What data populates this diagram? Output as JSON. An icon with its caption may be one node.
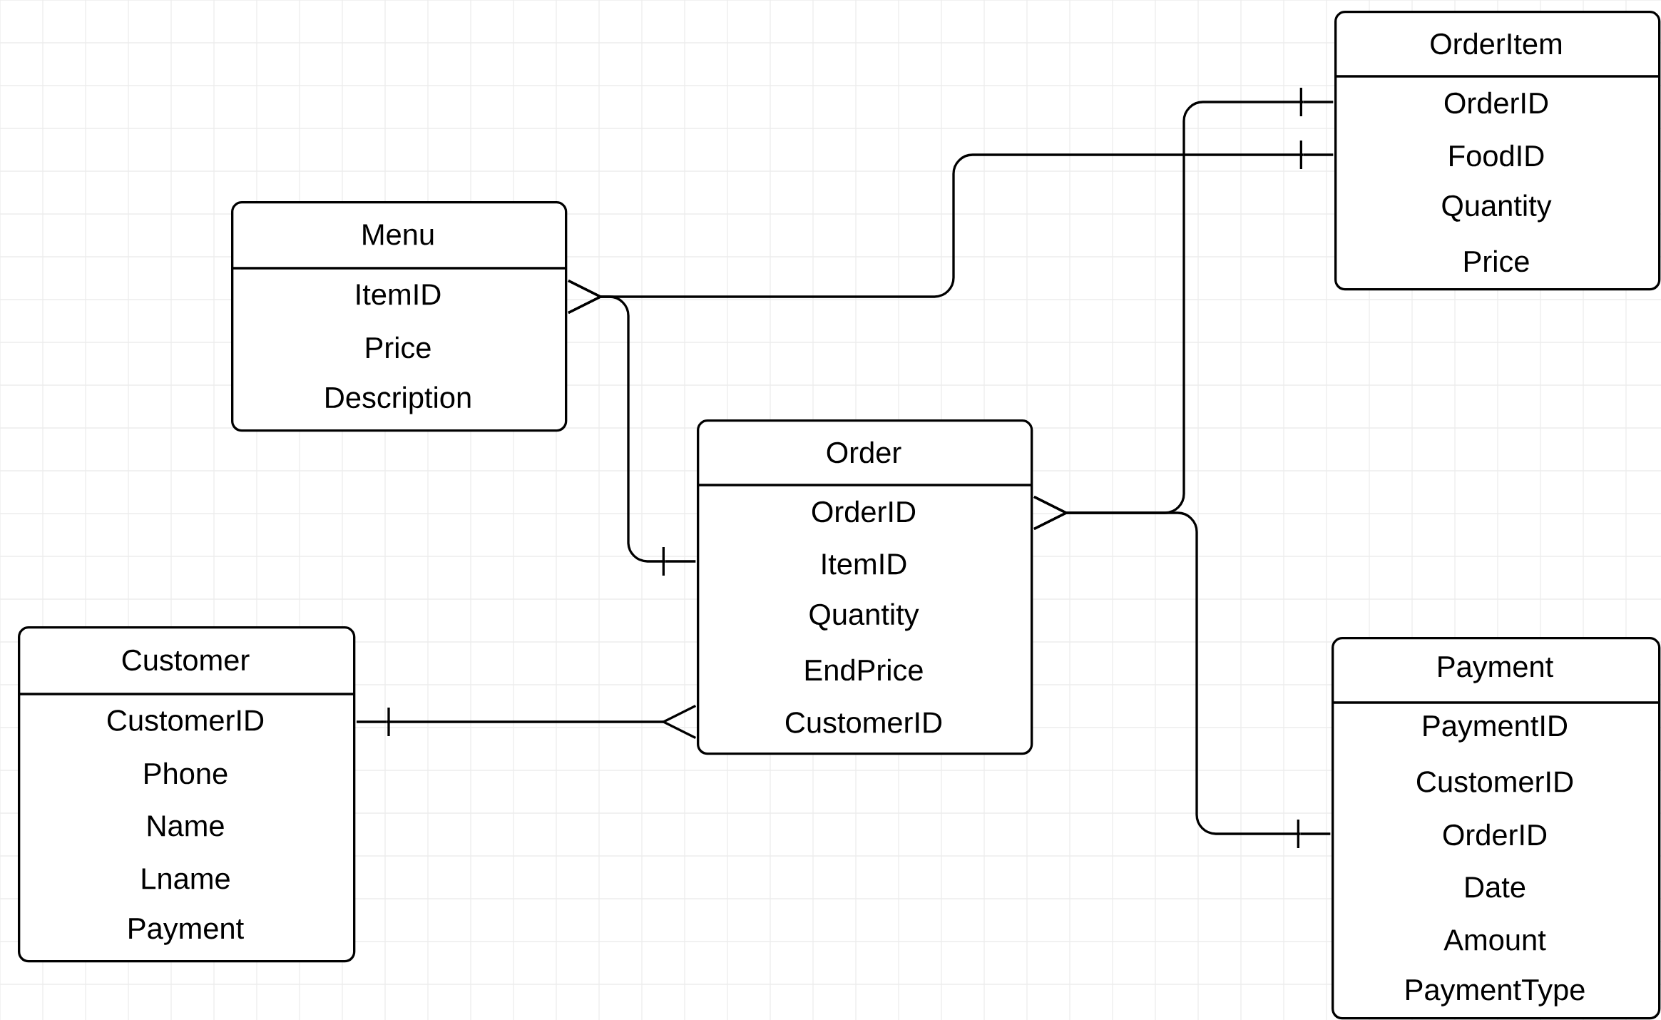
{
  "diagram": {
    "nodes": [
      {
        "text": [
          "Menu",
          "ItemID",
          "Price",
          "Description"
        ]
      },
      {
        "text": [
          "OrderItem",
          "OrderID",
          "FoodID",
          "Quantity",
          "Price"
        ]
      },
      {
        "text": [
          "Order",
          "OrderID",
          "ItemID",
          "Quantity",
          "EndPrice",
          "CustomerID"
        ]
      },
      {
        "text": [
          "Customer",
          "CustomerID",
          "Phone",
          "Name",
          "Lname",
          "Payment"
        ]
      },
      {
        "text": [
          "Payment",
          "PaymentID",
          "CustomerID",
          "OrderID",
          "Date",
          "Amount",
          "PaymentType"
        ]
      }
    ],
    "edges": [
      {
        "from": 0,
        "to": 1,
        "arrow": "other"
      },
      {
        "from": 0,
        "to": 2,
        "arrow": "other"
      },
      {
        "from": 2,
        "to": 1,
        "arrow": "other"
      },
      {
        "from": 2,
        "to": 4,
        "arrow": "other"
      },
      {
        "from": 2,
        "to": 3,
        "arrow": "other"
      }
    ]
  }
}
